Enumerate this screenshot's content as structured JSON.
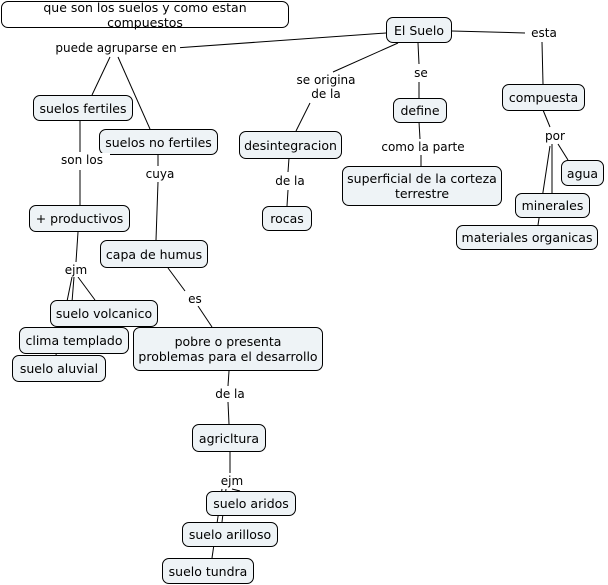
{
  "colors": {
    "node_fill": "#eef3f6",
    "title_fill": "#ffffff",
    "line": "#000000",
    "text": "#000000"
  },
  "title": "que son los suelos y como estan compuestos",
  "nodes": {
    "el_suelo": "El Suelo",
    "suelos_fertiles": "suelos fertiles",
    "suelos_no_fertiles": "suelos no fertiles",
    "desintegracion": "desintegracion",
    "define": "define",
    "compuesta": "compuesta",
    "productivos": "+ productivos",
    "capa_humus": "capa de humus",
    "rocas": "rocas",
    "superficial": "superficial de la corteza\nterrestre",
    "agua": "agua",
    "minerales": "minerales",
    "materiales_organicas": "materiales organicas",
    "suelo_volcanico": "suelo volcanico",
    "clima_templado": "clima templado",
    "suelo_aluvial": "suelo aluvial",
    "pobre": "pobre o presenta\nproblemas para el desarrollo",
    "agricltura": "agricltura",
    "suelo_aridos": "suelo aridos",
    "suelo_arilloso": "suelo arilloso",
    "suelo_tundra": "suelo tundra"
  },
  "link_labels": {
    "puede_agruparse": "puede agruparse en",
    "se_origina": "se origina\nde la",
    "se": "se",
    "esta": "esta",
    "son_los": "son los",
    "cuya": "cuya",
    "de_la_rocas": "de la",
    "como_la_parte": "como la parte",
    "por": "por",
    "ejm_1": "ejm",
    "es": "es",
    "de_la_agric": "de la",
    "ejm_2": "ejm"
  }
}
